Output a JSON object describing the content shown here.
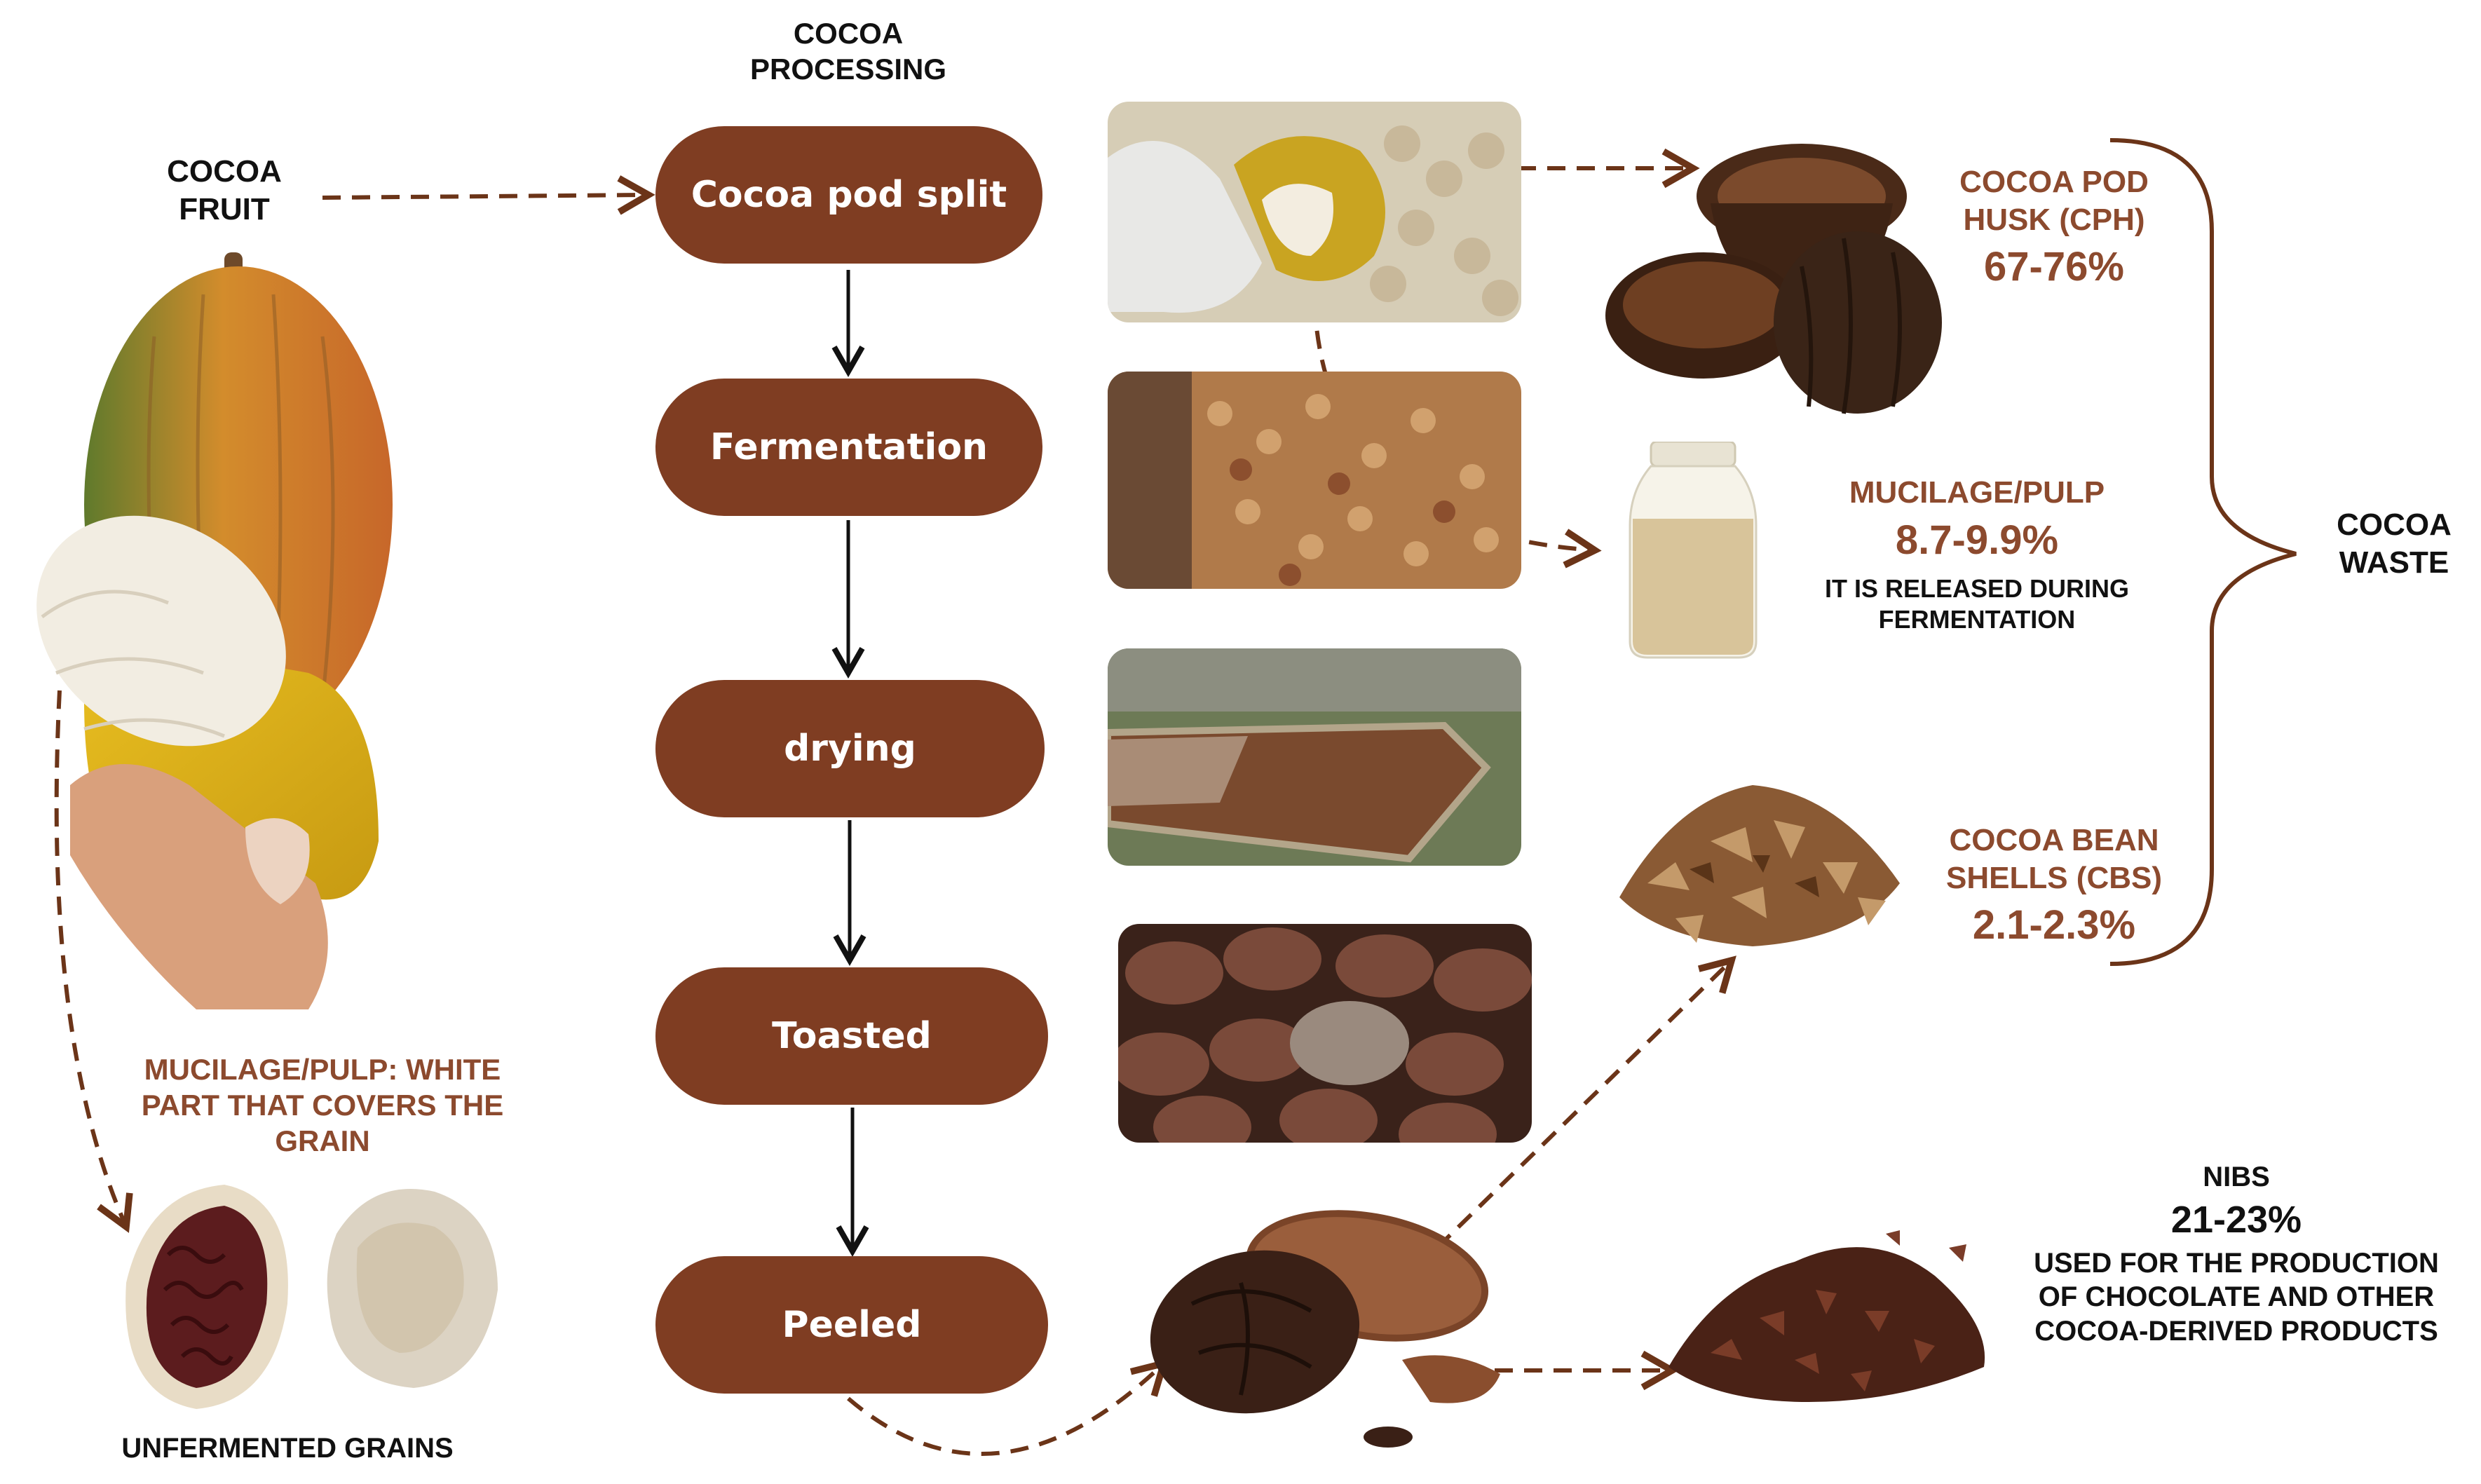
{
  "header": {
    "title_line1": "COCOA",
    "title_line2": "PROCESSING"
  },
  "fruit": {
    "label_line1": "COCOA",
    "label_line2": "FRUIT"
  },
  "steps": [
    "Cocoa pod split",
    "Fermentation",
    "drying",
    "Toasted",
    "Peeled"
  ],
  "mucilage_note": {
    "line1": "MUCILAGE/PULP: WHITE",
    "line2": "PART THAT COVERS THE",
    "line3": "GRAIN"
  },
  "unfermented": {
    "label": "UNFERMENTED GRAINS"
  },
  "outputs": {
    "cph": {
      "line1": "COCOA POD",
      "line2": "HUSK (CPH)",
      "value": "67-76%"
    },
    "mucilage": {
      "title": "MUCILAGE/PULP",
      "value": "8.7-9.9%",
      "note1": "IT IS RELEASED DURING",
      "note2": "FERMENTATION"
    },
    "cbs": {
      "line1": "COCOA BEAN",
      "line2": "SHELLS (CBS)",
      "value": "2.1-2.3%"
    },
    "nibs": {
      "title": "NIBS",
      "value": "21-23%",
      "note1": "USED FOR THE PRODUCTION",
      "note2": "OF CHOCOLATE AND OTHER",
      "note3": "COCOA-DERIVED PRODUCTS"
    }
  },
  "waste": {
    "line1": "COCOA",
    "line2": "WASTE"
  },
  "colors": {
    "pill": "#7f3d22",
    "accent_text": "#8c4a2e",
    "dashed_arrow": "#6b3418",
    "solid_arrow": "#111111"
  }
}
